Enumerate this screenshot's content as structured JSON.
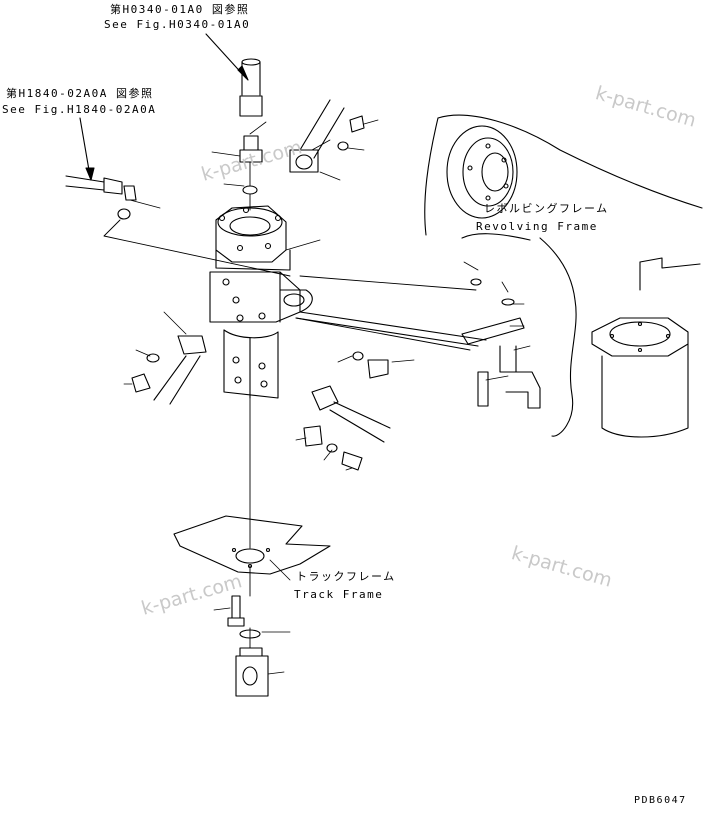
{
  "references": {
    "upper": {
      "jp": "第H0340-01A0 図参照",
      "en": "See Fig.H0340-01A0"
    },
    "left": {
      "jp": "第H1840-02A0A 図参照",
      "en": "See Fig.H1840-02A0A"
    }
  },
  "labels": {
    "revolving_frame": {
      "jp": "レボルビングフレーム",
      "en": "Revolving Frame"
    },
    "track_frame": {
      "jp": "トラックフレーム",
      "en": "Track Frame"
    }
  },
  "watermark": "k-part.com",
  "drawing_code": "PDB6047"
}
